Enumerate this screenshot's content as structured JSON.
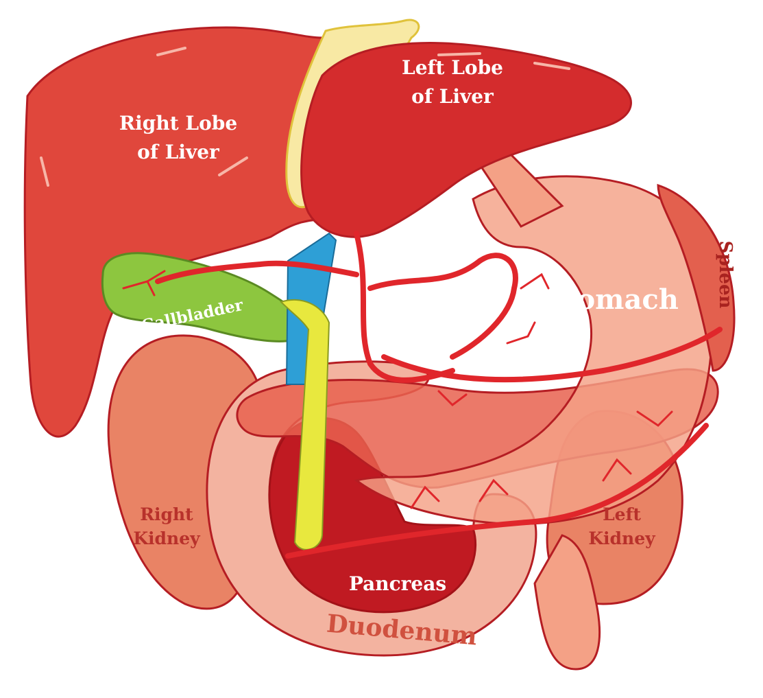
{
  "labels": {
    "right_lobe": [
      "Right Lobe",
      "of Liver"
    ],
    "left_lobe": [
      "Left Lobe",
      "of Liver"
    ],
    "gallbladder": "Gallbladder",
    "stomach": "Stomach",
    "spleen": "Spleen",
    "right_kidney": [
      "Right",
      "Kidney"
    ],
    "left_kidney": [
      "Left",
      "Kidney"
    ],
    "pancreas": "Pancreas",
    "duodenum": "Duodenum"
  },
  "colors": {
    "liver": "#e0473c",
    "liver_left_lobe": "#d42c2d",
    "outline": "#b51d23",
    "gallbladder": "#8dc63f",
    "bile_duct": "#e8e83e",
    "vein": "#2e9fd6",
    "artery": "#e0262b",
    "kidney": "#e98365",
    "stomach": "#f4a186",
    "pancreas": "#e8614f",
    "duodenum": "#f3b3a0",
    "spleen": "#e3604e",
    "gallbladder_sac": "#f8e9a4"
  }
}
